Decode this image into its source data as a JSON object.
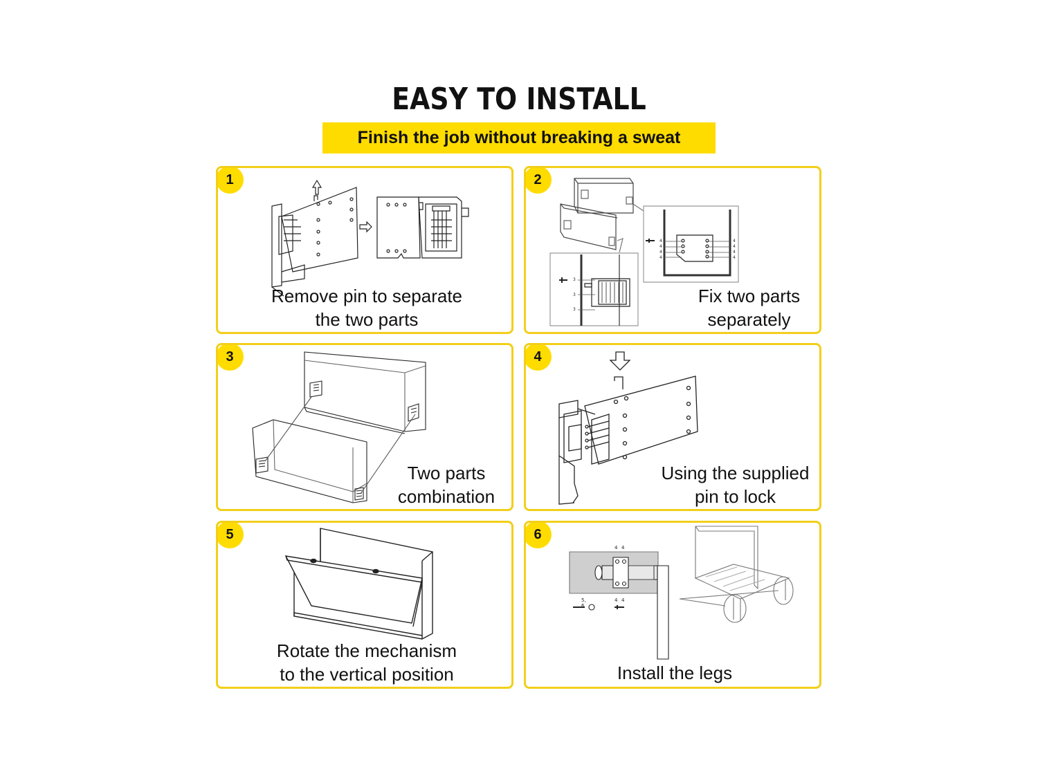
{
  "header": {
    "title": "EASY TO INSTALL",
    "subtitle": "Finish the job without breaking a sweat"
  },
  "colors": {
    "accent": "#ffdc00",
    "border": "#f2cf1a",
    "text": "#111111"
  },
  "steps": [
    {
      "number": "1",
      "caption_lines": [
        "Remove pin to separate",
        "the two parts"
      ]
    },
    {
      "number": "2",
      "caption_lines": [
        "Fix two parts",
        "separately"
      ],
      "labels": [
        "4",
        "4",
        "4",
        "4",
        "4",
        "4",
        "4",
        "4",
        "3",
        "3",
        "3"
      ]
    },
    {
      "number": "3",
      "caption_lines": [
        "Two parts",
        "combination"
      ]
    },
    {
      "number": "4",
      "caption_lines": [
        "Using the supplied",
        "pin to lock"
      ]
    },
    {
      "number": "5",
      "caption_lines": [
        "Rotate the mechanism",
        "to the vertical position"
      ]
    },
    {
      "number": "6",
      "caption_lines": [
        "Install the legs"
      ],
      "labels": [
        "4",
        "4",
        "5, 6",
        "4",
        "4"
      ]
    }
  ]
}
